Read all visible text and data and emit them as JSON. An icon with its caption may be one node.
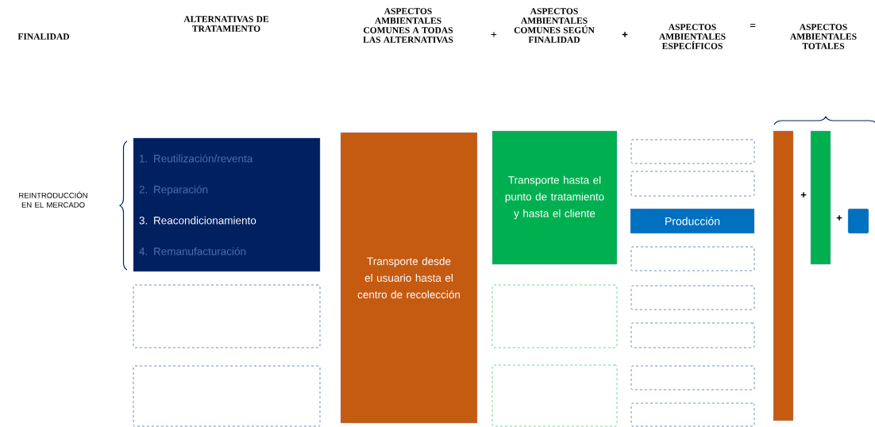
{
  "diagram": {
    "nodes": [
      {
        "text": [
          "1. Reutilización/reventa",
          "2. Reparación",
          "3. Reacondicionamiento",
          "4. Remanufacturación"
        ]
      },
      {
        "text": [],
        "shape": "box"
      },
      {
        "text": [],
        "shape": "box"
      },
      {
        "text": [
          "Transporte desde el usuario hasta el centro de recolección"
        ]
      },
      {
        "text": [
          "Transporte hasta el punto de tratamiento y hasta el cliente"
        ]
      },
      {
        "text": [],
        "shape": "box"
      },
      {
        "text": [],
        "shape": "box"
      },
      {
        "text": [],
        "shape": "box"
      },
      {
        "text": [],
        "shape": "box"
      },
      {
        "text": [
          "Producción"
        ]
      },
      {
        "text": [],
        "shape": "box"
      },
      {
        "text": [],
        "shape": "box"
      },
      {
        "text": [],
        "shape": "box"
      },
      {
        "text": [],
        "shape": "box"
      },
      {
        "text": [],
        "shape": "box"
      },
      {
        "text": [],
        "shape": "bar"
      },
      {
        "text": [],
        "shape": "bar"
      },
      {
        "text": [],
        "shape": "box"
      }
    ],
    "labels": [
      "FINALIDAD",
      "ALTERNATIVAS DE TRATAMIENTO",
      "ASPECTOS AMBIENTALES COMUNES A TODAS LAS ALTERNATIVAS",
      "+",
      "ASPECTOS AMBIENTALES COMUNES SEGÚN FINALIDAD",
      "+",
      "ASPECTOS AMBIENTALES ESPECÍFICOS",
      "=",
      "ASPECTOS AMBIENTALES TOTALES",
      "REINTRODUCCIÓN EN EL MERCADO",
      "+",
      "+"
    ]
  }
}
